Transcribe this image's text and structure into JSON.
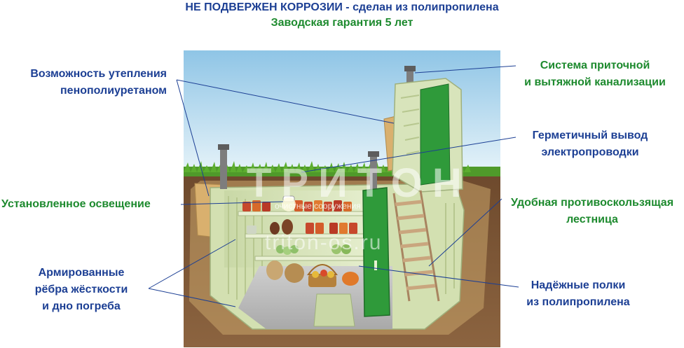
{
  "header": {
    "title": "НЕ ПОДВЕРЖЕН КОРРОЗИИ - сделан из полипропилена",
    "subtitle": "Заводская гарантия 5 лет"
  },
  "labels": {
    "insulation": {
      "line1": "Возможность утепления",
      "line2": "пенополиуретаном"
    },
    "ventilation": {
      "line1": "Система приточной",
      "line2": "и вытяжной канализации"
    },
    "wiring": {
      "line1": "Герметичный вывод",
      "line2": "электропроводки"
    },
    "lighting": {
      "line1": "Установленное освещение"
    },
    "ladder": {
      "line1": "Удобная противоскользящая",
      "line2": "лестница"
    },
    "ribs": {
      "line1": "Армированные",
      "line2": "рёбра жёсткости",
      "line3": "и дно погреба"
    },
    "shelves": {
      "line1": "Надёжные полки",
      "line2": "из полипропилена"
    }
  },
  "watermark": {
    "brand": "ТРИТОН",
    "tagline": "очистные сооружения",
    "site": "triton-os.ru"
  },
  "colors": {
    "title_blue": "#1c3f94",
    "label_green": "#1d8a2e",
    "body_plastic": "#d6e2b8",
    "door_green": "#2f9a3a",
    "soil": "#7a5536",
    "sky": "#9fcde8"
  }
}
